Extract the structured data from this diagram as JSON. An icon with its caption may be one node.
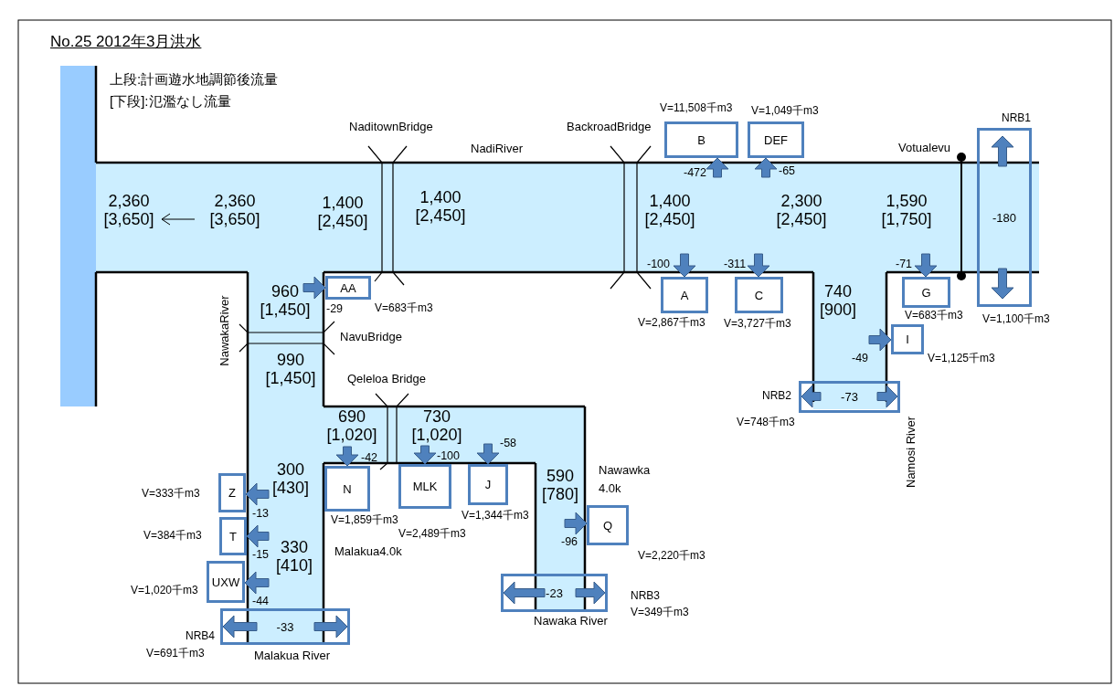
{
  "diagram": {
    "title": "No.25 2012年3月洪水",
    "nodes": [
      {
        "text": [],
        "shape": "bar"
      },
      {
        "text": [
          "2,360 [3,650]",
          "2,360 [3,650]",
          "1,400 [2,450]",
          "1,400 [2,450]",
          "1,400 [2,450]",
          "2,300 [2,450]",
          "1,590 [1,750]"
        ],
        "beside": [
          "NadiRiver"
        ]
      },
      {
        "text": [
          "960 [1,450]",
          "990 [1,450]",
          "300 [430]",
          "330 [410]"
        ],
        "beside": [
          "NawakaRiver"
        ]
      },
      {
        "text": [
          "740 [900]"
        ]
      },
      {
        "text": [
          "690 [1,020]",
          "730 [1,020]"
        ]
      },
      {
        "text": [
          "590 [780]"
        ]
      },
      {
        "text": [
          "B"
        ],
        "beside": [
          "V=11,508千m3"
        ]
      },
      {
        "text": [
          "DEF"
        ],
        "beside": [
          "V=1,049千m3"
        ]
      },
      {
        "text": [
          "-180"
        ],
        "beside": [
          "NRB1",
          "V=1,100千m3"
        ]
      },
      {
        "text": [
          "AA"
        ],
        "beside": [
          "V=683千m3"
        ]
      },
      {
        "text": [
          "A"
        ],
        "beside": [
          "V=2,867千m3"
        ]
      },
      {
        "text": [
          "C"
        ],
        "beside": [
          "V=3,727千m3"
        ]
      },
      {
        "text": [
          "G"
        ],
        "beside": [
          "V=683千m3"
        ]
      },
      {
        "text": [
          "I"
        ],
        "beside": [
          "V=1,125千m3"
        ]
      },
      {
        "text": [
          "-73"
        ],
        "beside": [
          "NRB2",
          "V=748千m3"
        ]
      },
      {
        "text": [
          "N"
        ],
        "beside": [
          "V=1,859千m3"
        ]
      },
      {
        "text": [
          "MLK"
        ],
        "beside": [
          "V=2,489千m3"
        ]
      },
      {
        "text": [
          "J"
        ],
        "beside": [
          "V=1,344千m3"
        ]
      },
      {
        "text": [
          "Q"
        ],
        "beside": [
          "V=2,220千m3"
        ]
      },
      {
        "text": [
          "Z"
        ],
        "beside": [
          "V=333千m3"
        ]
      },
      {
        "text": [
          "T"
        ],
        "beside": [
          "V=384千m3"
        ]
      },
      {
        "text": [
          "UXW"
        ],
        "beside": [
          "V=1,020千m3"
        ]
      },
      {
        "text": [
          "-23"
        ],
        "beside": [
          "NRB3",
          "V=349千m3"
        ]
      },
      {
        "text": [
          "-33"
        ],
        "beside": [
          "NRB4",
          "V=691千m3"
        ]
      }
    ],
    "edges": [
      {
        "from": 1,
        "to": 6,
        "arrow": "to",
        "label": "-472"
      },
      {
        "from": 1,
        "to": 7,
        "arrow": "to",
        "label": "-65"
      },
      {
        "from": 1,
        "to": 8,
        "arrow": "to"
      },
      {
        "from": 1,
        "to": 8,
        "arrow": "to"
      },
      {
        "from": 2,
        "to": 9,
        "arrow": "to",
        "label": "-29"
      },
      {
        "from": 1,
        "to": 10,
        "arrow": "to",
        "label": "-100"
      },
      {
        "from": 1,
        "to": 11,
        "arrow": "to",
        "label": "-311"
      },
      {
        "from": 1,
        "to": 12,
        "arrow": "to",
        "label": "-71"
      },
      {
        "from": 3,
        "to": 13,
        "arrow": "to",
        "label": "-49"
      },
      {
        "from": 3,
        "to": 14,
        "arrow": "to"
      },
      {
        "from": 3,
        "to": 14,
        "arrow": "to"
      },
      {
        "from": 4,
        "to": 15,
        "arrow": "to",
        "label": "-42"
      },
      {
        "from": 4,
        "to": 16,
        "arrow": "to",
        "label": "-100"
      },
      {
        "from": 4,
        "to": 17,
        "arrow": "to",
        "label": "-58"
      },
      {
        "from": 5,
        "to": 18,
        "arrow": "to",
        "label": "-96"
      },
      {
        "from": 2,
        "to": 19,
        "arrow": "to",
        "label": "-13"
      },
      {
        "from": 2,
        "to": 20,
        "arrow": "to",
        "label": "-15"
      },
      {
        "from": 2,
        "to": 21,
        "arrow": "to",
        "label": "-44"
      },
      {
        "from": 5,
        "to": 22,
        "arrow": "to"
      },
      {
        "from": 5,
        "to": 22,
        "arrow": "to"
      },
      {
        "from": 2,
        "to": 23,
        "arrow": "to"
      },
      {
        "from": 2,
        "to": 23,
        "arrow": "to"
      }
    ],
    "labels": [
      "上段:計画遊水地調節後流量",
      "[下段]:氾濫なし流量",
      "NaditownBridge",
      "BackroadBridge",
      "Votualevu",
      "NavuBridge",
      "Qeleloa Bridge",
      "Namosi River",
      "Nawawka 4.0k",
      "Malakua4.0k",
      "Nawaka River",
      "Malakua River"
    ]
  }
}
